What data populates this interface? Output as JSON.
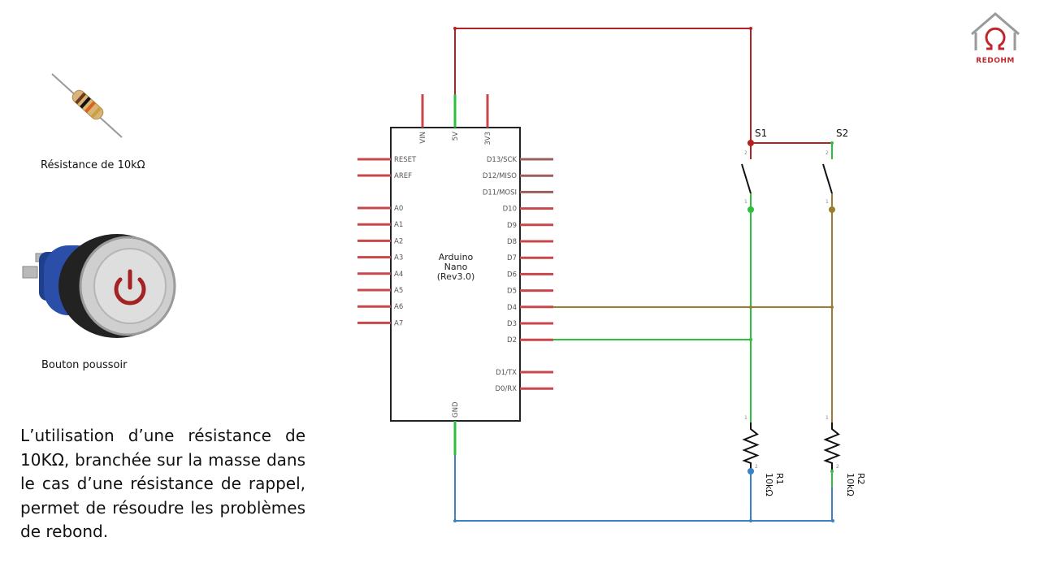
{
  "captions": {
    "resistor": "Résistance de 10kΩ",
    "button": "Bouton poussoir"
  },
  "explanation": "L’utilisation d’une résistance de 10KΩ, branchée sur la masse dans le cas d’une résistance de rappel, permet de résoudre les problèmes de rebond.",
  "logo": {
    "text": "REDOHM",
    "color": "#c0272d"
  },
  "board": {
    "name_lines": [
      "Arduino",
      "Nano",
      "(Rev3.0)"
    ],
    "top_pins": [
      "VIN",
      "5V",
      "3V3"
    ],
    "bottom_pin": "GND",
    "left_pins_top": [
      "RESET",
      "AREF"
    ],
    "left_pins_analog": [
      "A0",
      "A1",
      "A2",
      "A3",
      "A4",
      "A5",
      "A6",
      "A7"
    ],
    "right_pins_upper": [
      "D13/SCK",
      "D12/MISO",
      "D11/MOSI",
      "D10",
      "D9",
      "D8",
      "D7",
      "D6",
      "D5",
      "D4",
      "D3",
      "D2"
    ],
    "right_pins_lower": [
      "D1/TX",
      "D0/RX"
    ]
  },
  "switches": [
    {
      "label": "S1",
      "pin_top": "2",
      "pin_bottom": "1"
    },
    {
      "label": "S2",
      "pin_top": "2",
      "pin_bottom": "1"
    }
  ],
  "resistors": [
    {
      "name": "R1",
      "value": "10kΩ",
      "pin_top": "1",
      "pin_bottom": "2"
    },
    {
      "name": "R2",
      "value": "10kΩ",
      "pin_top": "1",
      "pin_bottom": "2"
    }
  ],
  "wire_colors": {
    "power": "#b22222",
    "d2": "#2fbf3f",
    "d4": "#9a7d2e",
    "ground": "#3b82c4",
    "pin": "#c8474a",
    "pin_dark": "#9a6060"
  }
}
